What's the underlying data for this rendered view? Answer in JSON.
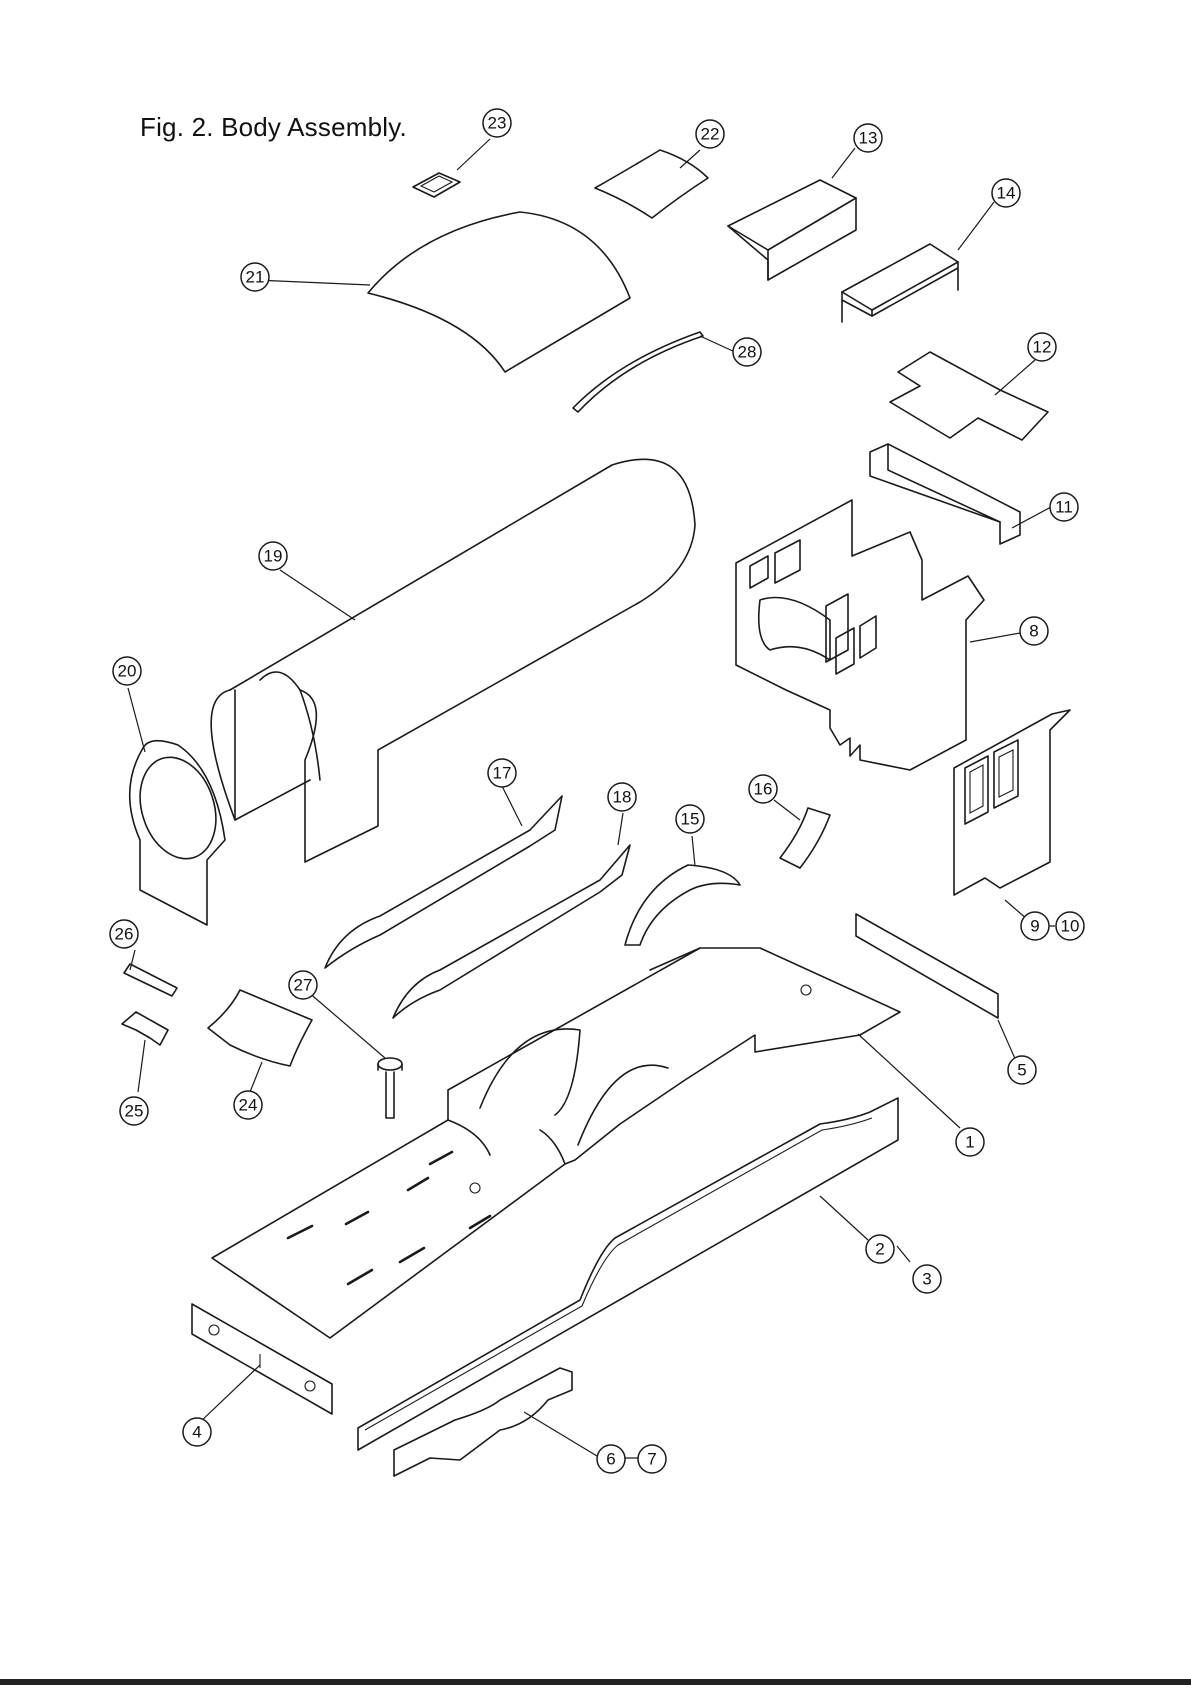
{
  "figure": {
    "title": "Fig. 2. Body Assembly."
  },
  "callouts": {
    "c1": "1",
    "c2": "2",
    "c3": "3",
    "c4": "4",
    "c5": "5",
    "c6": "6",
    "c7": "7",
    "c8": "8",
    "c9": "9",
    "c10": "10",
    "c11": "11",
    "c12": "12",
    "c13": "13",
    "c14": "14",
    "c15": "15",
    "c16": "16",
    "c17": "17",
    "c18": "18",
    "c19": "19",
    "c20": "20",
    "c21": "21",
    "c22": "22",
    "c23": "23",
    "c24": "24",
    "c25": "25",
    "c26": "26",
    "c27": "27",
    "c28": "28"
  },
  "colors": {
    "line": "#1a1a1a",
    "paper": "#ffffff"
  }
}
